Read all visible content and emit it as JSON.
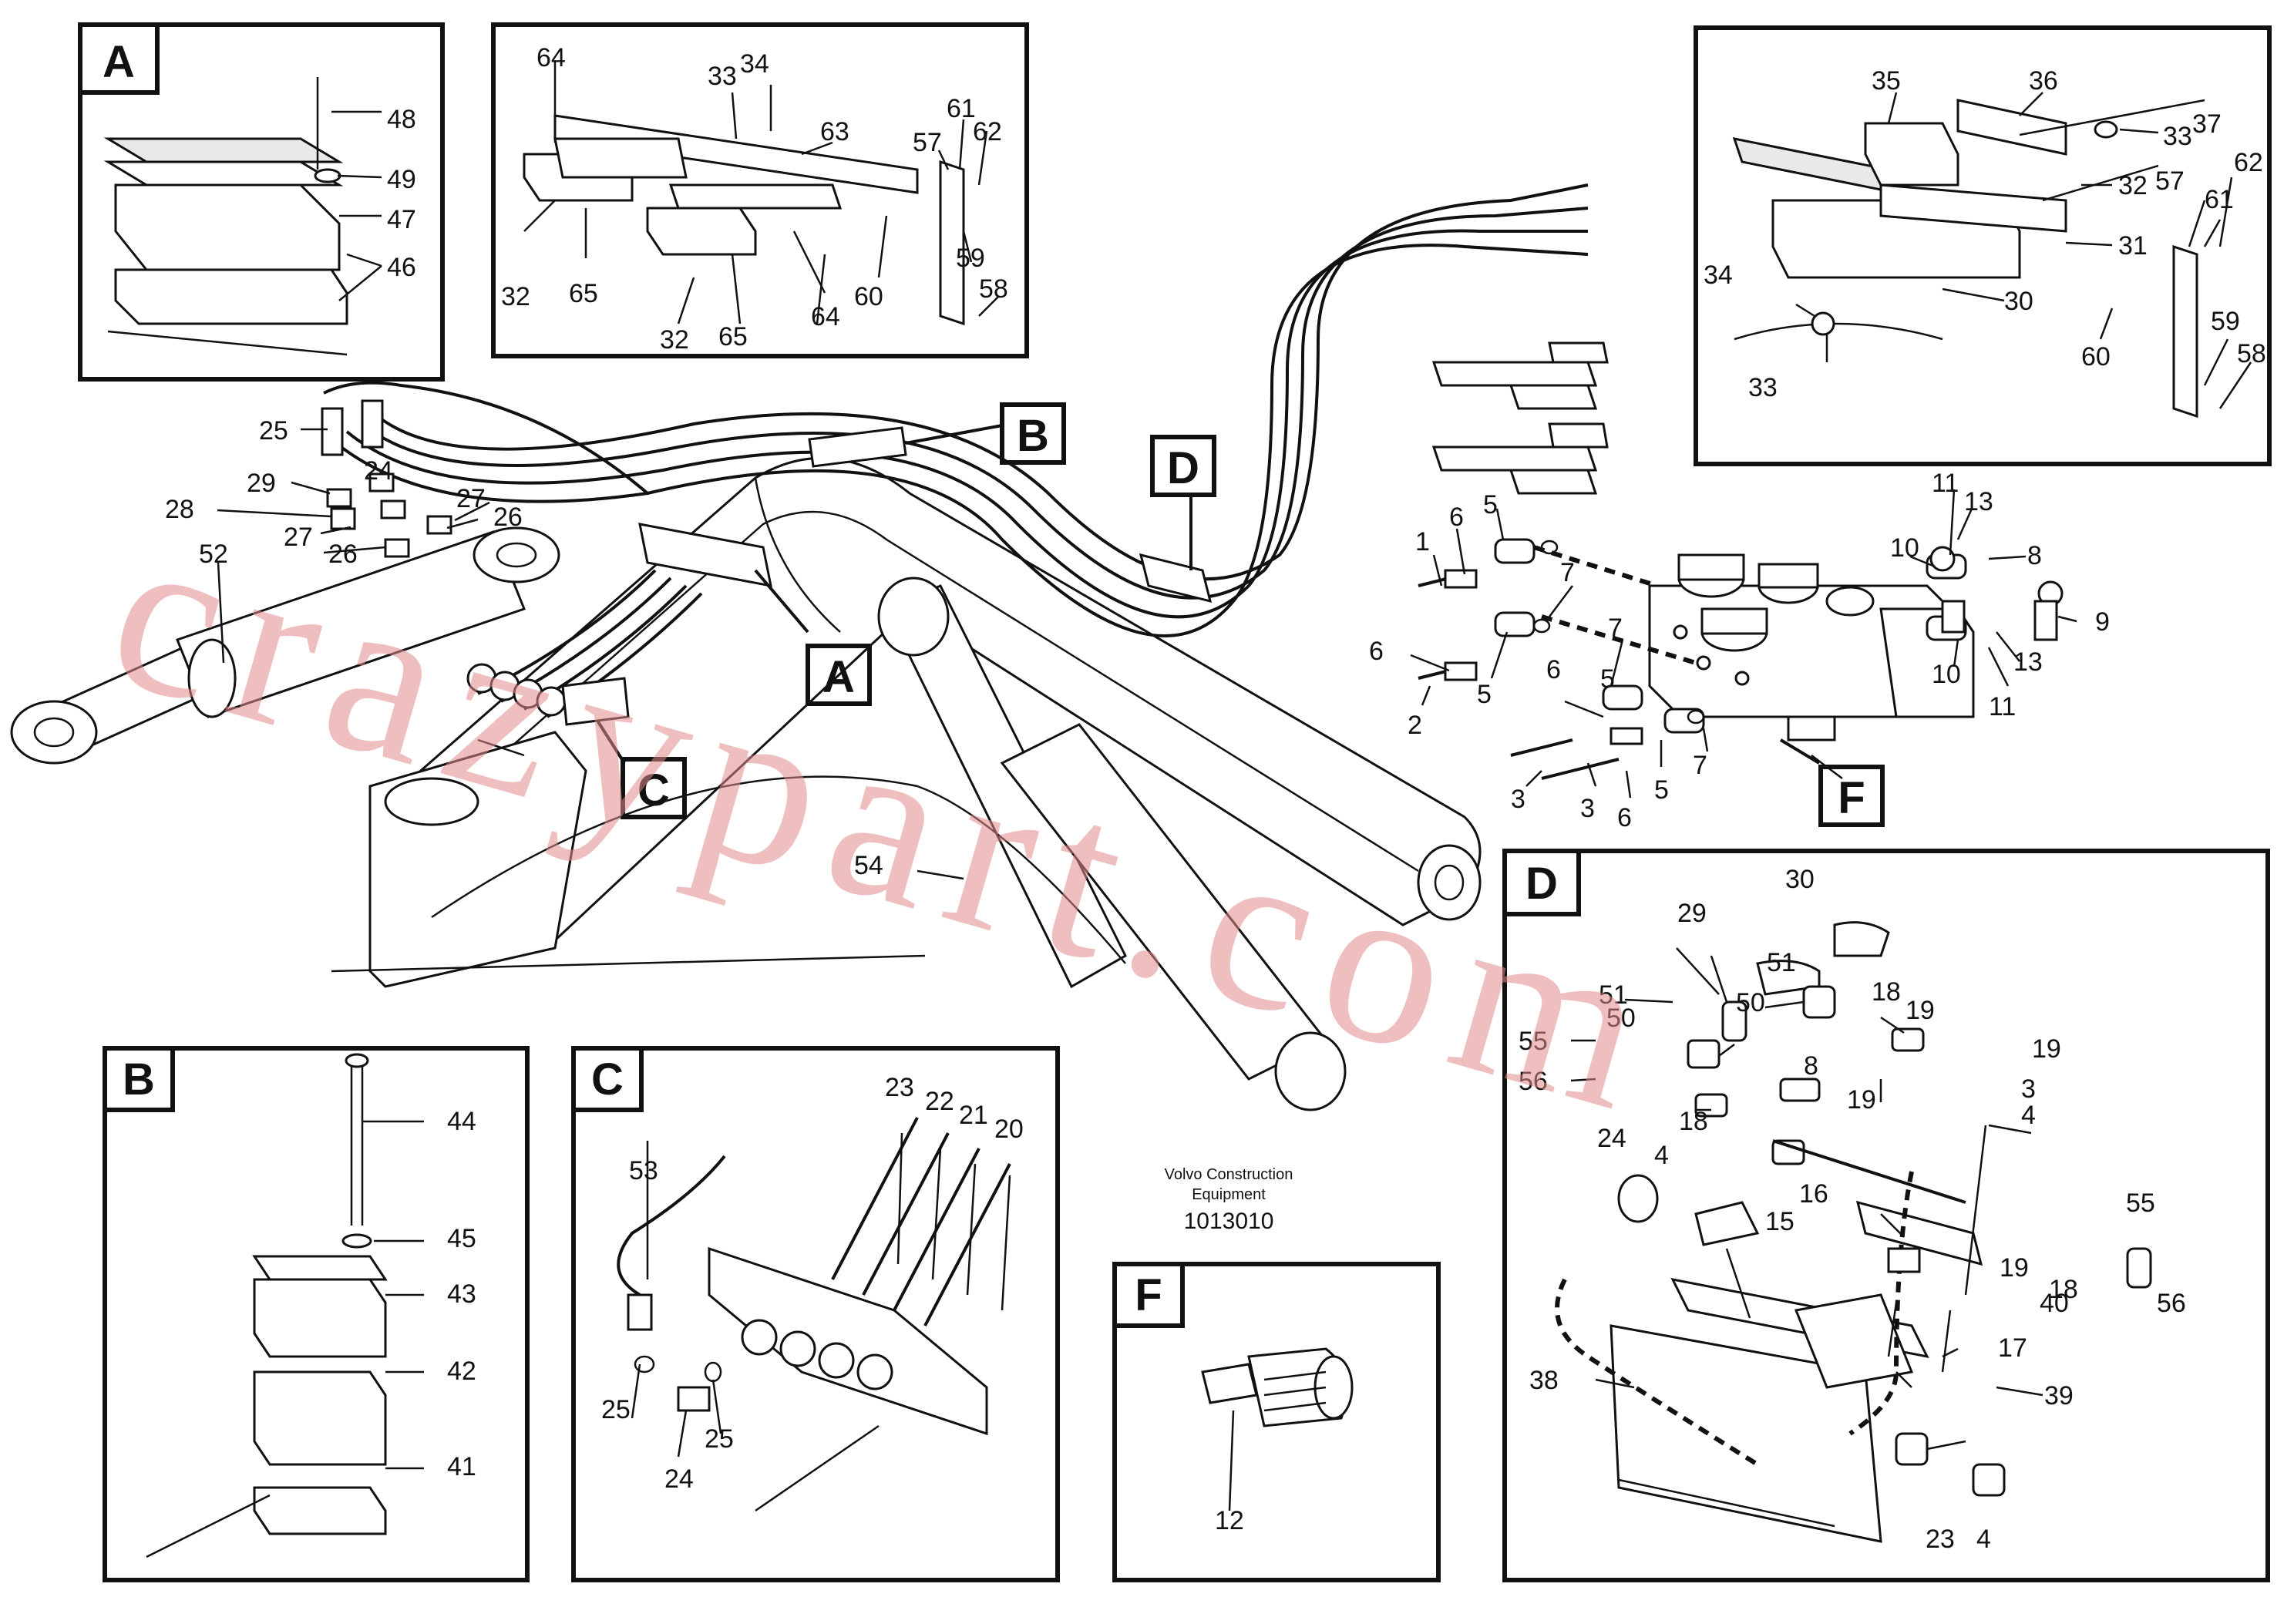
{
  "detail_labels": {
    "A": "A",
    "B": "B",
    "C": "C",
    "D": "D",
    "F": "F"
  },
  "caption": {
    "line1": "Volvo Construction",
    "line2": "Equipment",
    "id": "1013010"
  },
  "watermark": "crazypart.com",
  "colors": {
    "watermark": "#e28c8c",
    "ink": "#111111",
    "background": "#ffffff"
  },
  "callouts": {
    "detail_A": [
      "48",
      "49",
      "47",
      "46"
    ],
    "detail_64": [
      "64",
      "33",
      "34",
      "63",
      "61",
      "62",
      "57",
      "32",
      "65",
      "32",
      "65",
      "64",
      "60",
      "59",
      "58"
    ],
    "detail_35": [
      "35",
      "36",
      "37",
      "33",
      "32",
      "31",
      "57",
      "61",
      "62",
      "34",
      "30",
      "33",
      "60",
      "59",
      "58"
    ],
    "main": [
      "25",
      "24",
      "29",
      "27",
      "28",
      "26",
      "27",
      "26",
      "52",
      "54",
      "5",
      "6",
      "1",
      "7",
      "6",
      "5",
      "2",
      "7",
      "6",
      "5",
      "3",
      "3",
      "6",
      "5",
      "7",
      "11",
      "13",
      "10",
      "8",
      "9",
      "10",
      "13",
      "11"
    ],
    "detail_B": [
      "44",
      "45",
      "43",
      "42",
      "41"
    ],
    "detail_C": [
      "23",
      "22",
      "21",
      "20",
      "53",
      "25",
      "24",
      "25"
    ],
    "detail_F": [
      "12"
    ],
    "detail_D": [
      "29",
      "30",
      "51",
      "51",
      "50",
      "50",
      "18",
      "19",
      "55",
      "56",
      "18",
      "8",
      "19",
      "19",
      "3",
      "4",
      "24",
      "4",
      "16",
      "15",
      "19",
      "18",
      "55",
      "56",
      "40",
      "17",
      "38",
      "39",
      "23",
      "4"
    ]
  }
}
